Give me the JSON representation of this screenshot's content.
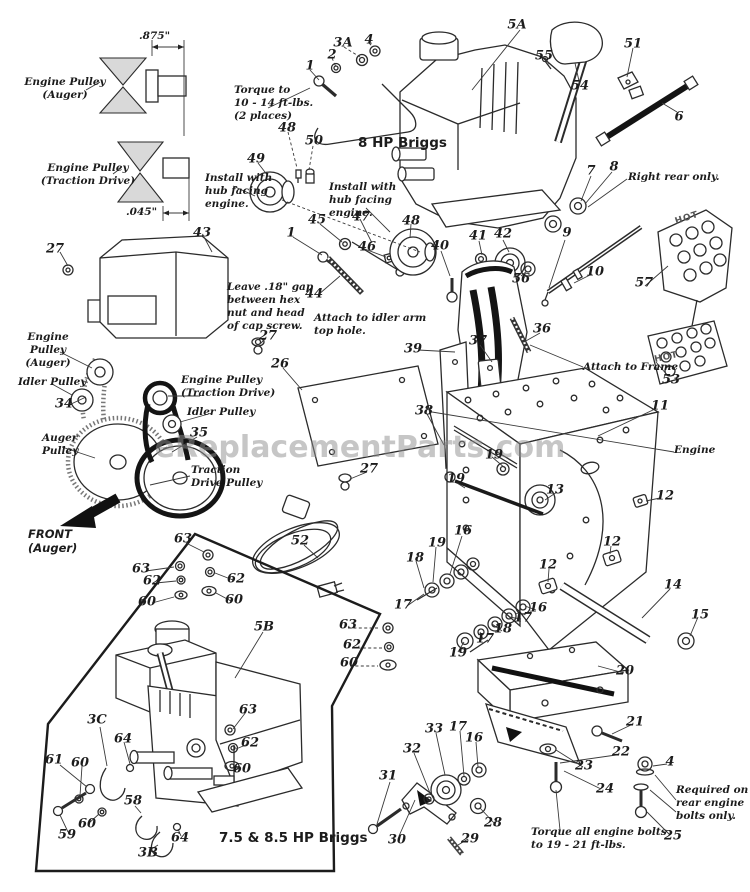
{
  "diagram": {
    "title": "Snowblower engine and frame exploded parts diagram",
    "watermark": "eReplacementParts.com",
    "pedal_text": "HOT",
    "notes": {
      "dim_top": ".875\"",
      "dim_bottom": ".045\"",
      "pulley_auger_detail": "Engine Pulley\n(Auger)",
      "pulley_traction_detail": "Engine Pulley\n(Traction Drive)",
      "torque_spec": "Torque to\n10 - 14 ft-lbs.\n(2 places)",
      "engine_8hp": "8 HP Briggs",
      "install_hub_left": "Install with\nhub facing\nengine.",
      "install_hub_right": "Install with\nhub facing\nengine.",
      "right_rear_only": "Right rear only.",
      "leave_gap": "Leave .18\" gap\nbetween hex\nnut and head\nof cap screw.",
      "attach_idler": "Attach to idler arm\ntop hole.",
      "attach_frame": "Attach to Frame",
      "engine": "Engine",
      "belt_engine_pulley_auger": "Engine\nPulley\n(Auger)",
      "belt_idler_1": "Idler Pulley",
      "belt_engine_pulley_traction": "Engine Pulley\n(Traction Drive)",
      "belt_idler_2": "Idler Pulley",
      "belt_auger_pulley": "Auger\nPulley",
      "belt_traction_pulley": "Traction\nDrive Pulley",
      "front_auger": "FRONT\n(Auger)",
      "engine_75_85": "7.5 & 8.5 HP Briggs",
      "required_rear": "Required on\nrear engine\nbolts only.",
      "torque_all": "Torque all engine bolts\nto 19 - 21 ft-lbs."
    },
    "callouts": [
      "1",
      "2",
      "3A",
      "4",
      "5A",
      "55",
      "54",
      "51",
      "6",
      "48",
      "50",
      "49",
      "45",
      "47",
      "48",
      "7",
      "8",
      "9",
      "42",
      "41",
      "40",
      "56",
      "10",
      "57",
      "53",
      "43",
      "27",
      "27",
      "1",
      "46",
      "44",
      "36",
      "37",
      "39",
      "38",
      "26",
      "34",
      "35",
      "11",
      "13",
      "12",
      "12",
      "12",
      "14",
      "15",
      "19",
      "19",
      "16",
      "19",
      "18",
      "17",
      "16",
      "17",
      "18",
      "17",
      "19",
      "20",
      "21",
      "22",
      "23",
      "24",
      "4",
      "25",
      "28",
      "33",
      "17",
      "16",
      "32",
      "31",
      "30",
      "29",
      "52",
      "27",
      "63",
      "63",
      "62",
      "60",
      "62",
      "60",
      "5B",
      "3C",
      "64",
      "61",
      "60",
      "59",
      "60",
      "58",
      "64",
      "3B",
      "63",
      "62",
      "60",
      "63",
      "62",
      "60"
    ]
  }
}
